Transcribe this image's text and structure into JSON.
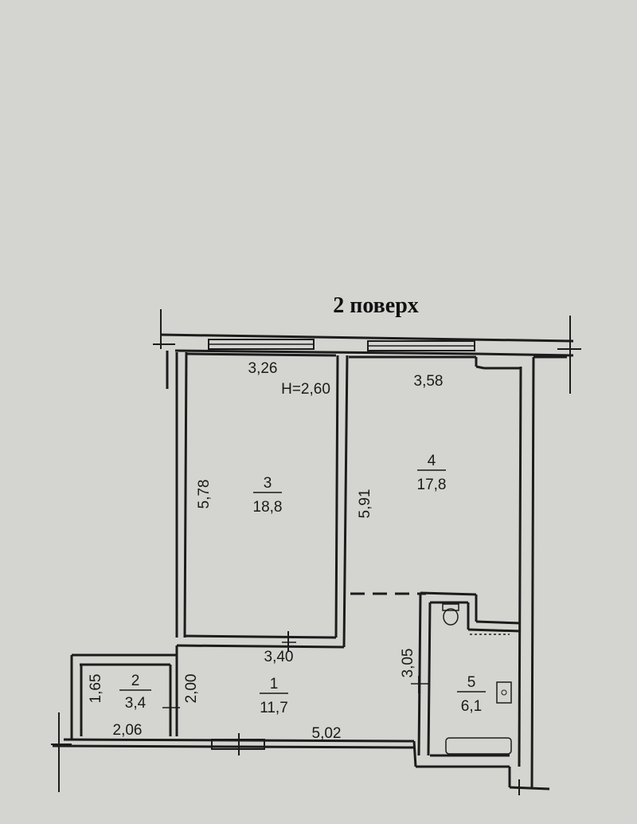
{
  "plan": {
    "title": "2 поверх",
    "height_note": "H=2,60",
    "rooms": [
      {
        "number": "1",
        "area": "11,7"
      },
      {
        "number": "2",
        "area": "3,4"
      },
      {
        "number": "3",
        "area": "18,8"
      },
      {
        "number": "4",
        "area": "17,8"
      },
      {
        "number": "5",
        "area": "6,1"
      }
    ],
    "dimensions": {
      "room3_width": "3,26",
      "room3_length": "5,78",
      "room4_width": "3,58",
      "room4_length": "5,91",
      "room1_width": "3,40",
      "room1_length": "5,02",
      "room1_depth": "2,00",
      "room2_width": "2,06",
      "room2_length": "1,65",
      "room5_length": "3,05"
    }
  }
}
